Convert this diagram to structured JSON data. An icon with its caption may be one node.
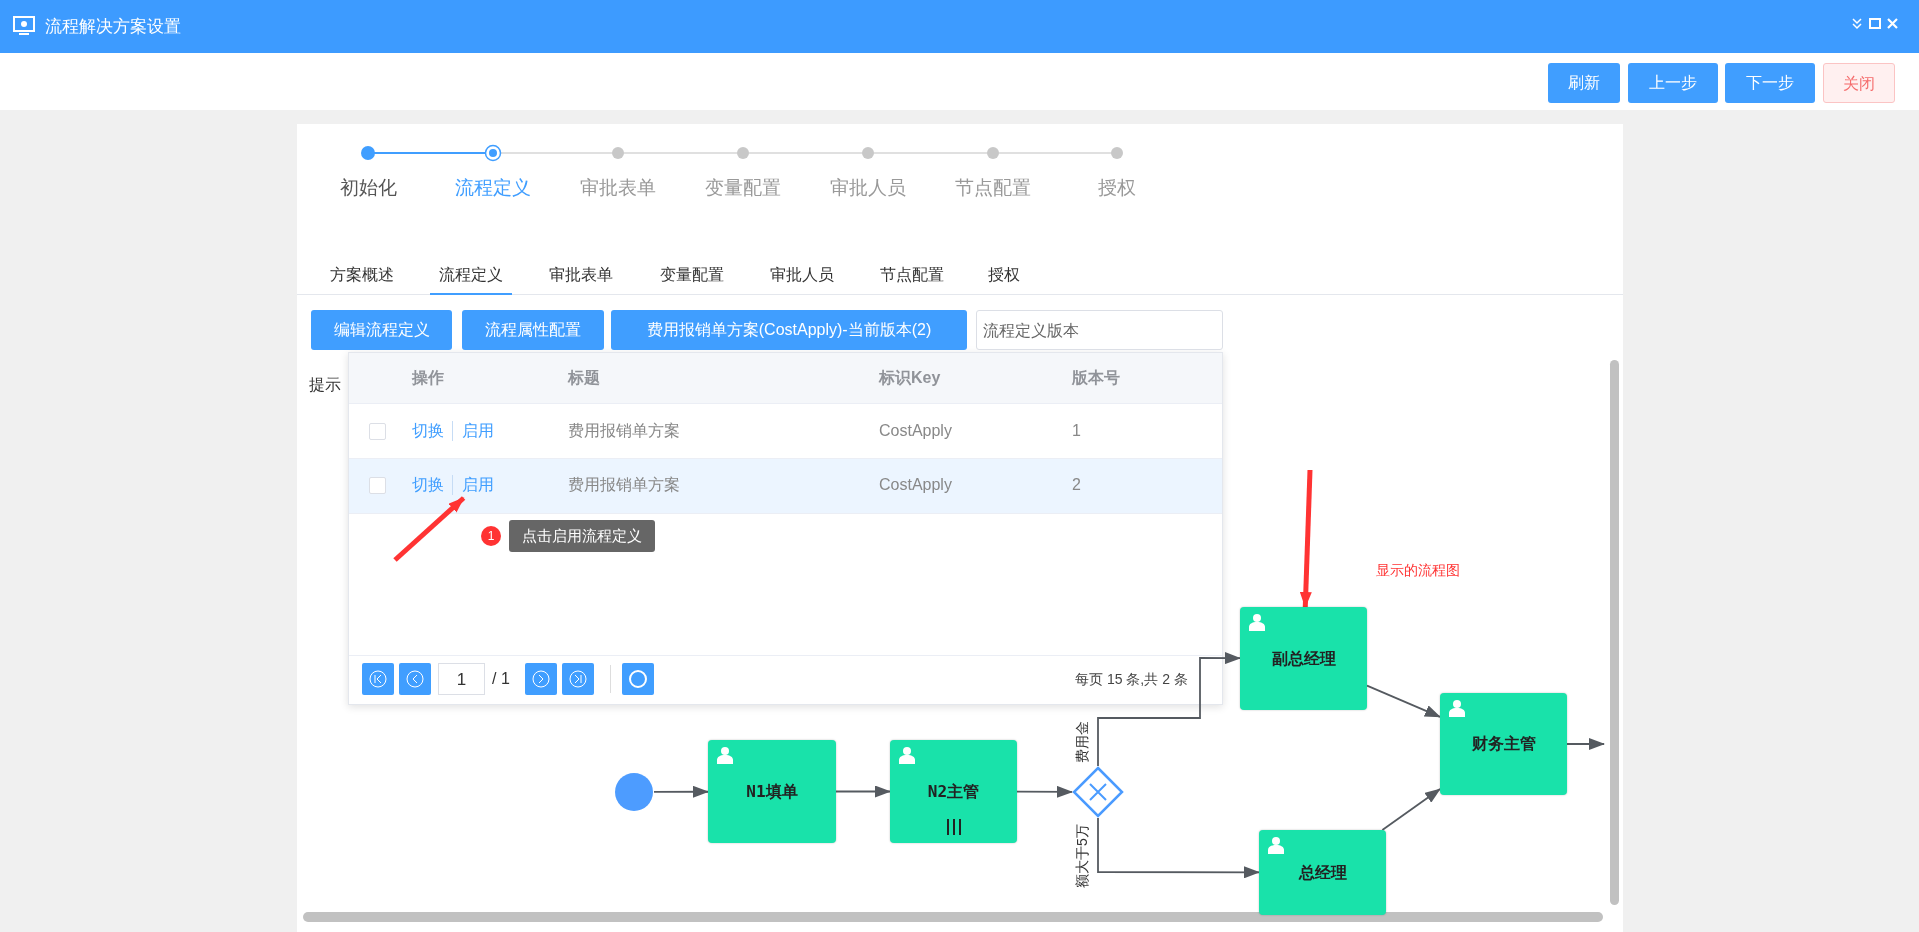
{
  "diagram": {
    "nodes": [
      {
        "text": [],
        "shape": "circle"
      },
      {
        "text": [
          "N1填单"
        ]
      },
      {
        "text": [
          "N2主管"
        ]
      },
      {
        "text": [],
        "shape": "diamond"
      },
      {
        "text": [
          "副总经理"
        ]
      },
      {
        "text": [
          "总经理"
        ]
      },
      {
        "text": [
          "财务主管"
        ]
      },
      {
        "text": [
          "启用"
        ]
      }
    ],
    "edges": [
      {
        "from": 0,
        "to": 1,
        "arrow": "to"
      },
      {
        "from": 1,
        "to": 2,
        "arrow": "to"
      },
      {
        "from": 2,
        "to": 3,
        "arrow": "to"
      },
      {
        "from": 3,
        "to": 4,
        "arrow": "to",
        "label": "费用金"
      },
      {
        "from": 3,
        "to": 5,
        "arrow": "to",
        "label": "额大于5万"
      },
      {
        "from": 4,
        "to": 6,
        "arrow": "to"
      },
      {
        "from": 5,
        "to": 6,
        "arrow": "to"
      },
      {
        "from": 6,
        "to": null,
        "arrow": "to"
      },
      {
        "from": null,
        "to": 7,
        "arrow": "to",
        "style": "thick",
        "color": "#ff3333"
      },
      {
        "from": null,
        "to": 4,
        "arrow": "to",
        "style": "thick",
        "color": "#ff3333"
      }
    ],
    "labels": [
      "流程解决方案设置",
      "刷新",
      "上一步",
      "下一步",
      "关闭",
      "初始化",
      "流程定义",
      "审批表单",
      "变量配置",
      "审批人员",
      "节点配置",
      "授权",
      "方案概述",
      "流程定义",
      "审批表单",
      "变量配置",
      "审批人员",
      "节点配置",
      "授权",
      "编辑流程定义",
      "流程属性配置",
      "费用报销单方案(CostApply)-当前版本(2)",
      "流程定义版本",
      "提示",
      "操作",
      "标题",
      "标识Key",
      "版本号",
      "切换",
      "启用",
      "费用报销单方案",
      "CostApply",
      "1",
      "切换",
      "费用报销单方案",
      "CostApply",
      "2",
      "1",
      "点击启用流程定义",
      "1",
      "/ 1",
      "每页 15 条,共 2 条",
      "显示的流程图"
    ]
  }
}
